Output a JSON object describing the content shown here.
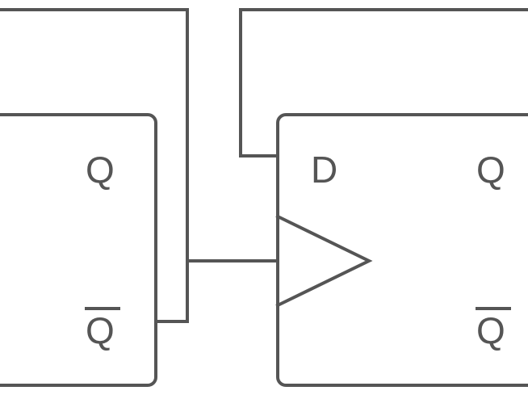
{
  "colors": {
    "line": "#555555",
    "background": "#ffffff"
  },
  "left_flipflop": {
    "q_label": "Q",
    "q_bar_label": "Q"
  },
  "right_flipflop": {
    "d_label": "D",
    "q_label": "Q",
    "q_bar_label": "Q"
  }
}
